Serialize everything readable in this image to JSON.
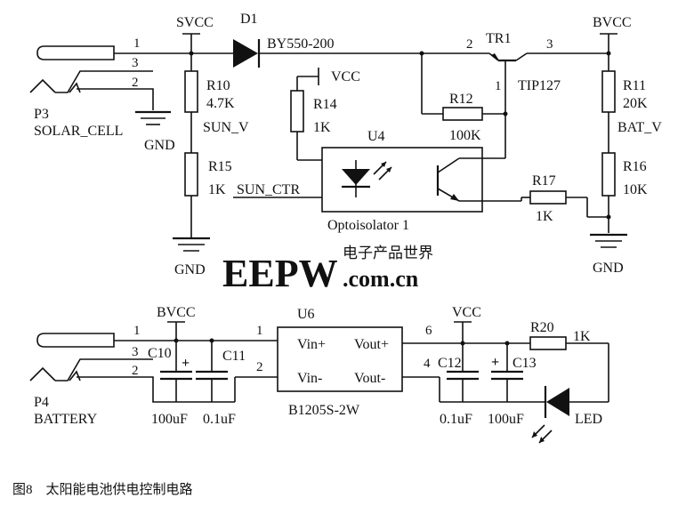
{
  "watermark": {
    "logo_text": "EEPW",
    "site_cn": "电子产品世界",
    "url": ".com.cn"
  },
  "caption": "图8　太阳能电池供电控制电路",
  "nets": {
    "svcc_top": "SVCC",
    "bvcc_top": "BVCC",
    "vcc_r14": "VCC",
    "gnd_solar": "GND",
    "gnd_r15": "GND",
    "gnd_r16": "GND",
    "bvcc_bottom": "BVCC",
    "vcc_bottom": "VCC",
    "sun_v": "SUN_V",
    "sun_ctr": "SUN_CTR",
    "bat_v": "BAT_V"
  },
  "connectors": {
    "p3": {
      "ref": "P3",
      "name": "SOLAR_CELL",
      "pins": [
        "1",
        "3",
        "2"
      ]
    },
    "p4": {
      "ref": "P4",
      "name": "BATTERY",
      "pins": [
        "1",
        "3",
        "2"
      ]
    }
  },
  "components": {
    "d1": {
      "ref": "D1",
      "value": "BY550-200"
    },
    "tr1": {
      "ref": "TR1",
      "value": "TIP127",
      "pins": [
        "2",
        "3",
        "1"
      ]
    },
    "r10": {
      "ref": "R10",
      "value": "4.7K"
    },
    "r15": {
      "ref": "R15",
      "value": "1K"
    },
    "r14": {
      "ref": "R14",
      "value": "1K"
    },
    "r12": {
      "ref": "R12",
      "value": "100K"
    },
    "r11": {
      "ref": "R11",
      "value": "20K"
    },
    "r16": {
      "ref": "R16",
      "value": "10K"
    },
    "r17": {
      "ref": "R17",
      "value": "1K"
    },
    "u4": {
      "ref": "U4",
      "value": "Optoisolator 1"
    },
    "u6": {
      "ref": "U6",
      "value": "B1205S-2W",
      "pins": [
        "1",
        "2",
        "6",
        "4"
      ],
      "vin_plus": "Vin+",
      "vin_minus": "Vin-",
      "vout_plus": "Vout+",
      "vout_minus": "Vout-"
    },
    "c10": {
      "ref": "C10",
      "value": "100uF"
    },
    "c11": {
      "ref": "C11",
      "value": "0.1uF"
    },
    "c12": {
      "ref": "C12",
      "value": "0.1uF"
    },
    "c13": {
      "ref": "C13",
      "value": "100uF"
    },
    "r20": {
      "ref": "R20",
      "value": "1K"
    },
    "led": {
      "ref": "LED"
    }
  },
  "symbols": {
    "plus": "+"
  }
}
